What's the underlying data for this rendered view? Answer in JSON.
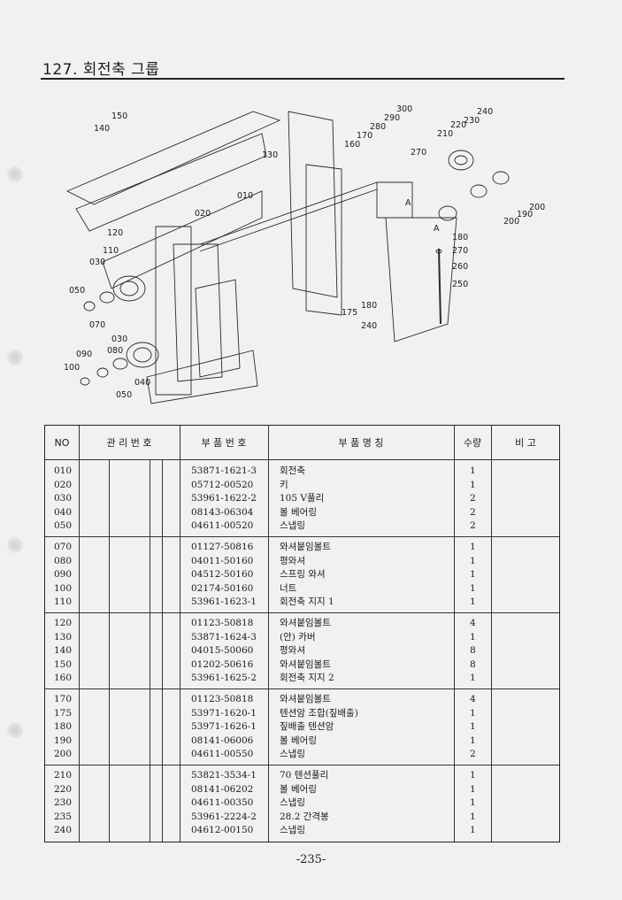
{
  "page": {
    "title": "127. 회전축 그룹",
    "page_number": "-235-"
  },
  "diagram": {
    "callouts": [
      "150",
      "140",
      "130",
      "010",
      "020",
      "120",
      "110",
      "030",
      "050",
      "070",
      "090",
      "080",
      "100",
      "040",
      "300",
      "290",
      "280",
      "170",
      "160",
      "270",
      "210",
      "220",
      "230",
      "240",
      "200",
      "190",
      "180",
      "260",
      "250",
      "175",
      "240",
      "A",
      "A"
    ]
  },
  "table": {
    "headers": {
      "no": "NO",
      "mgmt": "관 리 번 호",
      "part_no": "부 품 번 호",
      "name": "부 품 명 칭",
      "qty": "수량",
      "remark": "비 고"
    },
    "groups": [
      {
        "rows": [
          {
            "no": "010",
            "part": "53871-1621-3",
            "name": "회전축",
            "qty": "1"
          },
          {
            "no": "020",
            "part": "05712-00520",
            "name": "키",
            "qty": "1"
          },
          {
            "no": "030",
            "part": "53961-1622-2",
            "name": "105 V풀리",
            "qty": "2"
          },
          {
            "no": "040",
            "part": "08143-06304",
            "name": "볼 베어링",
            "qty": "2"
          },
          {
            "no": "050",
            "part": "04611-00520",
            "name": "스냅링",
            "qty": "2"
          }
        ]
      },
      {
        "rows": [
          {
            "no": "070",
            "part": "01127-50816",
            "name": "와셔붙임볼트",
            "qty": "1"
          },
          {
            "no": "080",
            "part": "04011-50160",
            "name": "평와셔",
            "qty": "1"
          },
          {
            "no": "090",
            "part": "04512-50160",
            "name": "스프링 와셔",
            "qty": "1"
          },
          {
            "no": "100",
            "part": "02174-50160",
            "name": "너트",
            "qty": "1"
          },
          {
            "no": "110",
            "part": "53961-1623-1",
            "name": "회전축 지지 1",
            "qty": "1"
          }
        ]
      },
      {
        "rows": [
          {
            "no": "120",
            "part": "01123-50818",
            "name": "와셔붙임볼트",
            "qty": "4"
          },
          {
            "no": "130",
            "part": "53871-1624-3",
            "name": "(안) 카버",
            "qty": "1"
          },
          {
            "no": "140",
            "part": "04015-50060",
            "name": "평와셔",
            "qty": "8"
          },
          {
            "no": "150",
            "part": "01202-50616",
            "name": "와셔붙임볼트",
            "qty": "8"
          },
          {
            "no": "160",
            "part": "53961-1625-2",
            "name": "회전축 지지 2",
            "qty": "1"
          }
        ]
      },
      {
        "rows": [
          {
            "no": "170",
            "part": "01123-50818",
            "name": "와셔붙임볼트",
            "qty": "4"
          },
          {
            "no": "175",
            "part": "53971-1620-1",
            "name": "텐션암 조합(짚배출)",
            "qty": "1"
          },
          {
            "no": "180",
            "part": "53971-1626-1",
            "name": "짚배출 텐션암",
            "qty": "1"
          },
          {
            "no": "190",
            "part": "08141-06006",
            "name": "볼 베어링",
            "qty": "1"
          },
          {
            "no": "200",
            "part": "04611-00550",
            "name": "스냅링",
            "qty": "2"
          }
        ]
      },
      {
        "rows": [
          {
            "no": "210",
            "part": "53821-3534-1",
            "name": "70 텐션풀리",
            "qty": "1"
          },
          {
            "no": "220",
            "part": "08141-06202",
            "name": "볼 베어링",
            "qty": "1"
          },
          {
            "no": "230",
            "part": "04611-00350",
            "name": "스냅링",
            "qty": "1"
          },
          {
            "no": "235",
            "part": "53961-2224-2",
            "name": "28.2 간격봉",
            "qty": "1"
          },
          {
            "no": "240",
            "part": "04612-00150",
            "name": "스냅링",
            "qty": "1"
          }
        ]
      }
    ]
  }
}
